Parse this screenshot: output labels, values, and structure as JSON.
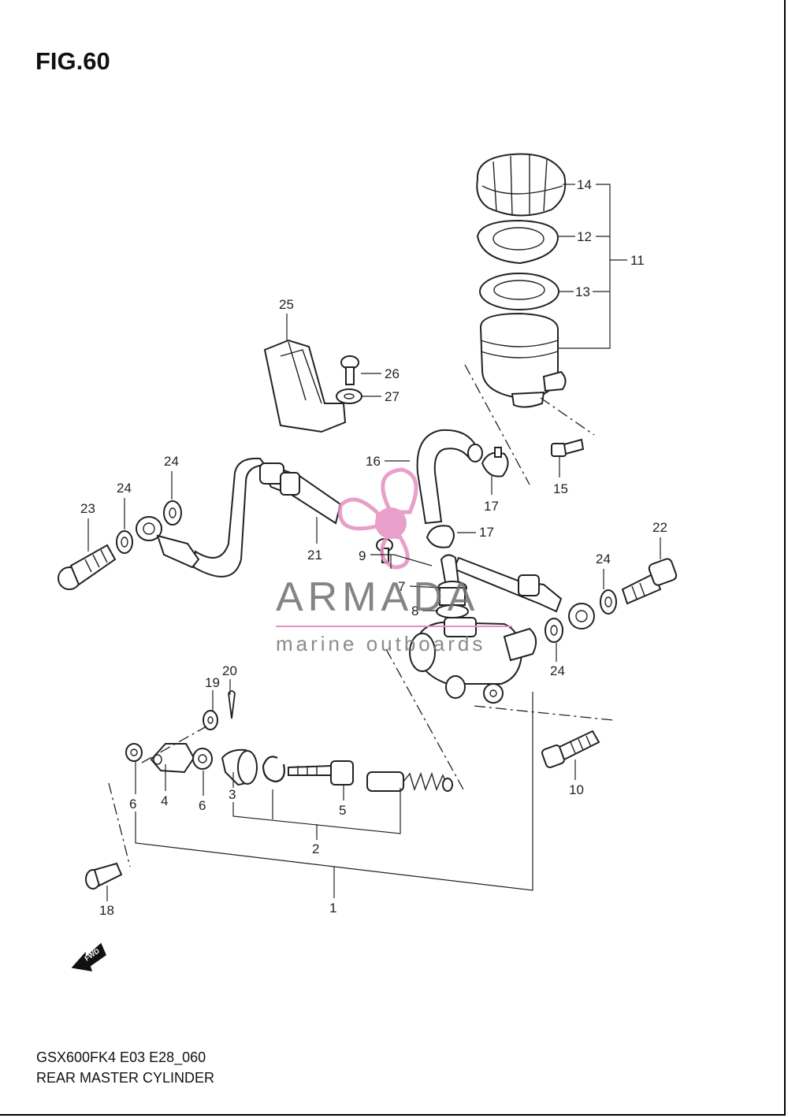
{
  "figure": {
    "title": "FIG.60"
  },
  "footer": {
    "model_code": "GSX600FK4 E03 E28_060",
    "assembly_name": "REAR MASTER CYLINDER"
  },
  "watermark": {
    "brand": "ARMADA",
    "tagline": "marine outboards",
    "accent_color": "#e58fc0"
  },
  "fwd_arrow": {
    "label": "FWD"
  },
  "callouts": {
    "c1": "1",
    "c2": "2",
    "c3": "3",
    "c4": "4",
    "c5": "5",
    "c6a": "6",
    "c6b": "6",
    "c7": "7",
    "c8": "8",
    "c9": "9",
    "c10": "10",
    "c11": "11",
    "c12": "12",
    "c13": "13",
    "c14": "14",
    "c15": "15",
    "c16": "16",
    "c17a": "17",
    "c17b": "17",
    "c18": "18",
    "c19": "19",
    "c20": "20",
    "c21": "21",
    "c22": "22",
    "c23": "23",
    "c24a": "24",
    "c24b": "24",
    "c24c": "24",
    "c24d": "24",
    "c25": "25",
    "c26": "26",
    "c27": "27"
  }
}
